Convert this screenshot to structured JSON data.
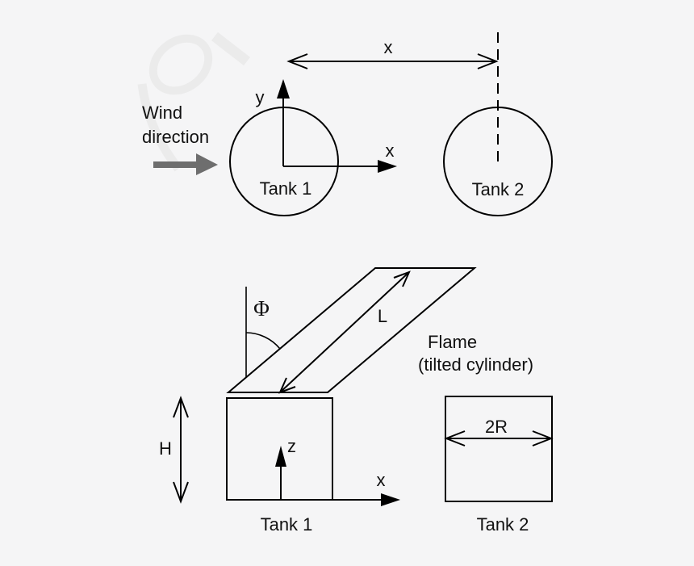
{
  "colors": {
    "background": "#f5f5f6",
    "flame_fill": "#ffff00",
    "wind_arrow": "#6e6e6e",
    "watermark": "#ebebeb",
    "line": "#000000"
  },
  "top_view": {
    "wind_label_line1": "Wind",
    "wind_label_line2": "direction",
    "distance_label": "x",
    "tank1_label": "Tank 1",
    "tank1_y_axis_label": "y",
    "tank1_x_axis_label": "x",
    "tank2_label": "Tank 2"
  },
  "side_view": {
    "tilt_angle_label": "Φ",
    "flame_length_label": "L",
    "flame_caption_line1": "Flame",
    "flame_caption_line2": "(tilted cylinder)",
    "tank1_height_label": "H",
    "tank1_z_axis_label": "z",
    "tank1_x_axis_label": "x",
    "tank1_label": "Tank 1",
    "tank2_diameter_label": "2R",
    "tank2_label": "Tank 2"
  }
}
